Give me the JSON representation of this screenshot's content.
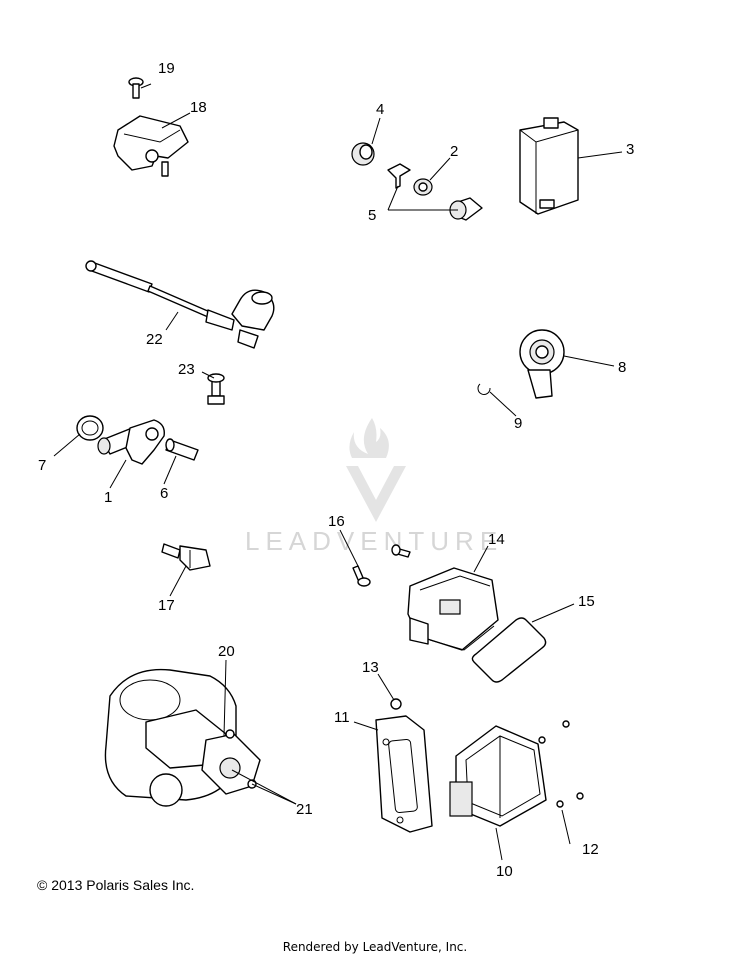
{
  "watermark": {
    "text": "LEADVENTURE"
  },
  "copyright": "© 2013 Polaris Sales Inc.",
  "footer": "Rendered by LeadVenture, Inc.",
  "callouts": {
    "c1": "1",
    "c2": "2",
    "c3": "3",
    "c4": "4",
    "c5": "5",
    "c6": "6",
    "c7": "7",
    "c8": "8",
    "c9": "9",
    "c10": "10",
    "c11": "11",
    "c12": "12",
    "c13": "13",
    "c14": "14",
    "c15": "15",
    "c16": "16",
    "c17": "17",
    "c18": "18",
    "c19": "19",
    "c20": "20",
    "c21": "21",
    "c22": "22",
    "c23": "23"
  }
}
